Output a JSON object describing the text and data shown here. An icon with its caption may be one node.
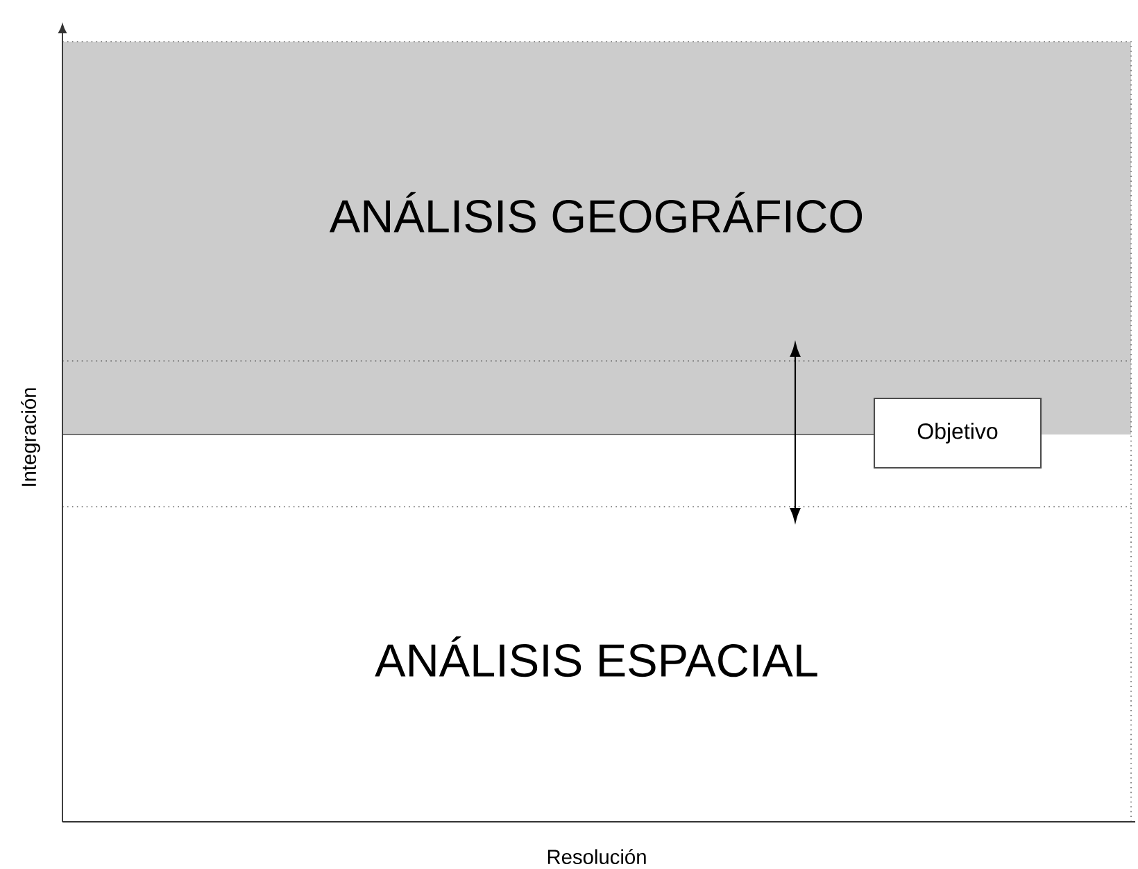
{
  "diagram": {
    "nodes": [
      {
        "text": [
          "ANÁLISIS GEOGRÁFICO"
        ]
      },
      {
        "text": [
          "ANÁLISIS ESPACIAL"
        ]
      },
      {
        "text": [
          "Objetivo"
        ]
      }
    ],
    "labels": [
      "Integración",
      "Resolución"
    ]
  }
}
